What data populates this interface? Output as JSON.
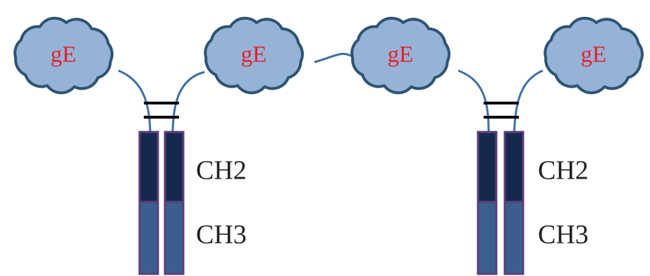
{
  "clouds": [
    {
      "label": "gE"
    },
    {
      "label": "gE"
    },
    {
      "label": "gE"
    },
    {
      "label": "gE"
    }
  ],
  "domain_labels": {
    "left_ch2": "CH2",
    "left_ch3": "CH3",
    "right_ch2": "CH2",
    "right_ch3": "CH3"
  },
  "colors": {
    "cloud_fill": "#95b3d7",
    "cloud_stroke": "#2e5373",
    "cloud_text": "#e8202a",
    "linker": "#3f6fa6",
    "ch2_fill": "#17284e",
    "ch3_fill": "#3a5f8f",
    "chain_stroke": "#5a3f78",
    "disulfide": "#000000",
    "domain_text": "#231f20"
  }
}
